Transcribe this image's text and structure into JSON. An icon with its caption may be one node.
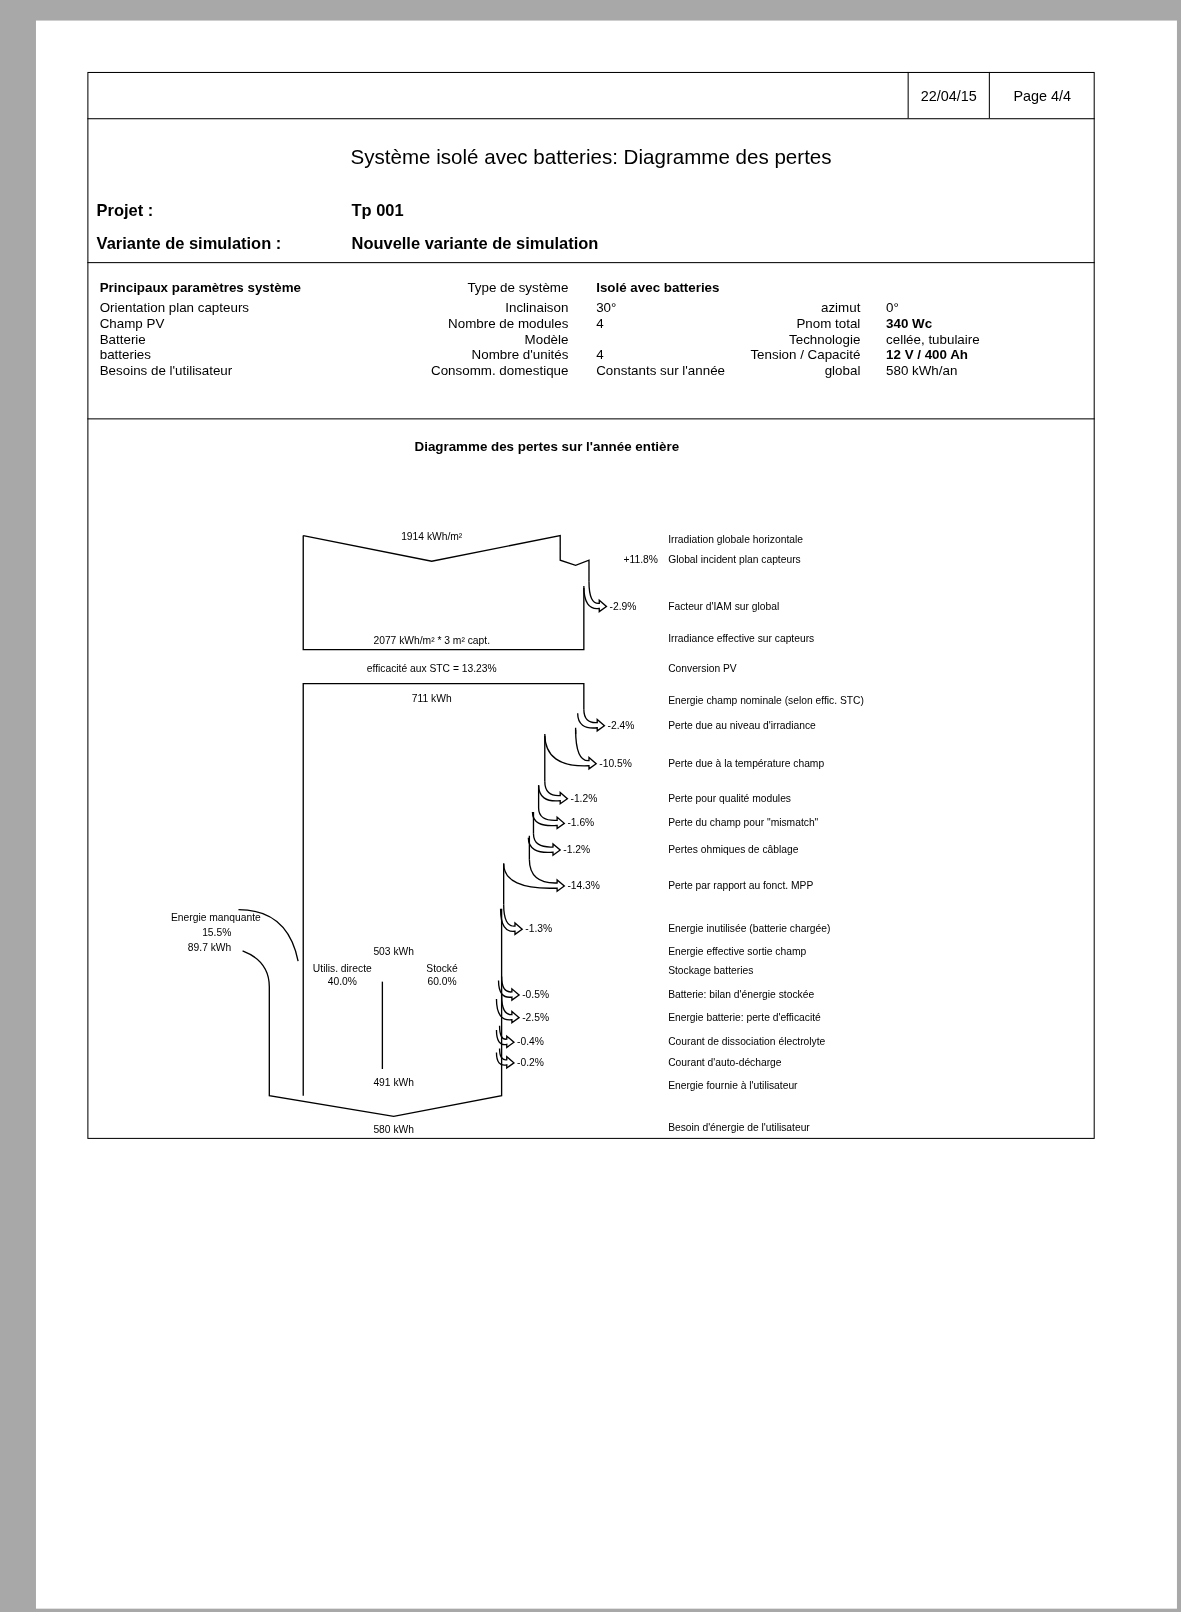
{
  "diagram": {
    "title": "Système isolé avec batteries: Diagramme des pertes",
    "labels": [
      "22/04/15",
      "Page 4/4",
      "Projet :",
      "Tp 001",
      "Variante de simulation :",
      "Nouvelle variante de simulation",
      "Principaux paramètres système",
      "Type de système",
      "Isolé avec batteries",
      "Orientation plan capteurs",
      "Inclinaison",
      "30°",
      "azimut",
      "0°",
      "Champ PV",
      "Nombre de modules",
      "4",
      "Pnom total",
      "340 Wc",
      "Batterie",
      "Modèle",
      "Technologie",
      "cellée, tubulaire",
      "batteries",
      "Nombre d'unités",
      "4",
      "Tension / Capacité",
      "12 V / 400 Ah",
      "Besoins de l'utilisateur",
      "Consomm. domestique",
      "Constants sur l'année",
      "global",
      "580 kWh/an",
      "Diagramme des pertes sur l'année entière",
      "1914 kWh/m²",
      "Irradiation globale horizontale",
      "+11.8%",
      "Global incident plan capteurs",
      "-2.9%",
      "Facteur d'IAM sur global",
      "2077 kWh/m² * 3 m² capt.",
      "Irradiance effective sur capteurs",
      "efficacité aux STC = 13.23%",
      "Conversion PV",
      "711 kWh",
      "Energie champ nominale (selon effic. STC)",
      "-2.4%",
      "Perte due au niveau d'irradiance",
      "-10.5%",
      "Perte due à la température champ",
      "-1.2%",
      "Perte pour qualité modules",
      "-1.6%",
      "Perte du champ pour \"mismatch\"",
      "-1.2%",
      "Pertes ohmiques de câblage",
      "-14.3%",
      "Perte par rapport au fonct. MPP",
      "Energie manquante",
      "15.5%",
      "-1.3%",
      "Energie inutilisée (batterie chargée)",
      "89.7 kWh",
      "503 kWh",
      "Energie effective sortie champ",
      "Utilis. directe",
      "Stocké",
      "Stockage batteries",
      "40.0%",
      "60.0%",
      "-0.5%",
      "Batterie: bilan d'énergie stockée",
      "-2.5%",
      "Energie batterie: perte d'efficacité",
      "-0.4%",
      "Courant de dissociation électrolyte",
      "-0.2%",
      "Courant d'auto-décharge",
      "491 kWh",
      "Energie fournie à l'utilisateur",
      "580 kWh",
      "Besoin d'énergie de l'utilisateur"
    ]
  }
}
